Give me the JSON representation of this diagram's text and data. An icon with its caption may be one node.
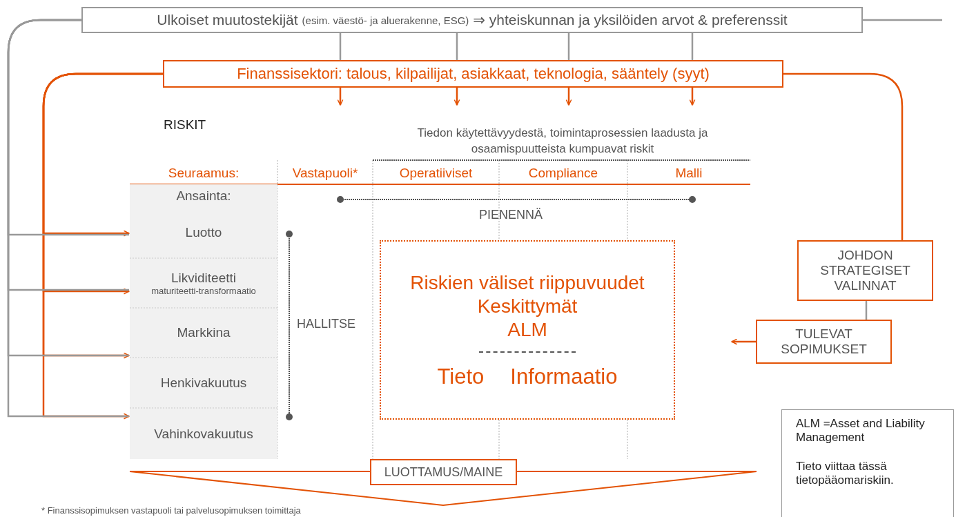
{
  "diagram": {
    "nodes": [
      {
        "text": [
          "Ulkoiset muutostekijät",
          "(esim. väestö- ja aluerakenne, ESG)",
          "⇒ yhteiskunnan ja yksilöiden arvot & preferenssit"
        ]
      },
      {
        "text": [
          "Finanssisektori: talous, kilpailijat, asiakkaat, teknologia, sääntely (syyt)"
        ]
      },
      {
        "text": [
          "Ansainta:"
        ]
      },
      {
        "text": [
          "Luotto"
        ]
      },
      {
        "text": [
          "Likviditeetti",
          "maturiteetti-transformaatio"
        ]
      },
      {
        "text": [
          "Markkina"
        ]
      },
      {
        "text": [
          "Henkivakuutus"
        ]
      },
      {
        "text": [
          "Vahinkovakuutus"
        ]
      },
      {
        "text": [
          "Riskien väliset riippuvuudet",
          "Keskittymät",
          "ALM",
          "Tieto",
          "Informaatio"
        ]
      },
      {
        "text": [
          "JOHDON STRATEGISET VALINNAT"
        ]
      },
      {
        "text": [
          "TULEVAT SOPIMUKSET"
        ]
      },
      {
        "text": [
          "LUOTTAMUS/MAINE"
        ]
      },
      {
        "text": [
          "ALM =Asset and Liability Management",
          "Tieto viittaa tässä tietopääomariskiin."
        ]
      },
      {
        "text": [],
        "shape": "triangle"
      }
    ],
    "edges": [
      {
        "from": 0,
        "to": 1,
        "arrow": "none",
        "color": "#999999"
      },
      {
        "from": 0,
        "to": 1,
        "arrow": "none",
        "color": "#999999"
      },
      {
        "from": 0,
        "to": 1,
        "arrow": "none",
        "color": "#999999"
      },
      {
        "from": 0,
        "to": 1,
        "arrow": "none",
        "color": "#999999"
      },
      {
        "from": 1,
        "to": null,
        "arrow": "to",
        "color": "#e35205"
      },
      {
        "from": 1,
        "to": null,
        "arrow": "to",
        "color": "#e35205"
      },
      {
        "from": 1,
        "to": null,
        "arrow": "to",
        "color": "#e35205"
      },
      {
        "from": 1,
        "to": null,
        "arrow": "to",
        "color": "#e35205"
      },
      {
        "from": 1,
        "to": 3,
        "arrow": "to",
        "color": "#e35205"
      },
      {
        "from": 1,
        "to": 4,
        "arrow": "to",
        "color": "#e35205"
      },
      {
        "from": 1,
        "to": 5,
        "arrow": "to",
        "color": "#e35205"
      },
      {
        "from": 1,
        "to": 7,
        "arrow": "to",
        "color": "#e35205"
      },
      {
        "from": 0,
        "to": 3,
        "arrow": "none",
        "color": "#999999"
      },
      {
        "from": 0,
        "to": 4,
        "arrow": "none",
        "color": "#999999"
      },
      {
        "from": 0,
        "to": 5,
        "arrow": "none",
        "color": "#999999"
      },
      {
        "from": 0,
        "to": 7,
        "arrow": "none",
        "color": "#999999"
      },
      {
        "from": 1,
        "to": 9,
        "arrow": "none",
        "color": "#e35205"
      },
      {
        "from": 0,
        "to": null,
        "arrow": "none",
        "color": "#999999"
      },
      {
        "from": 9,
        "to": 10,
        "arrow": "none",
        "color": "#999999"
      },
      {
        "from": 10,
        "to": null,
        "arrow": "to",
        "color": "#e35205"
      }
    ],
    "labels": [
      "RISKIT",
      "Tiedon käytettävyydestä, toimintaprosessien laadusta ja osaamispuutteista kumpuavat riskit",
      "Seuraamus:",
      "Vastapuoli*",
      "Operatiiviset",
      "Compliance",
      "Malli",
      "PIENENNÄ",
      "HALLITSE",
      "* Finanssisopimuksen vastapuoli tai palvelusopimuksen toimittaja"
    ]
  }
}
